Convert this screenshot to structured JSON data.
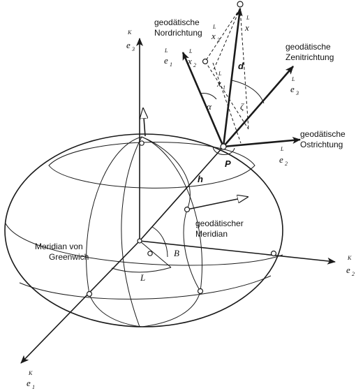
{
  "labels": {
    "nord": [
      "geodätische",
      "Nordrichtung"
    ],
    "zenit": [
      "geodätische",
      "Zenitrichtung"
    ],
    "ost": [
      "geodätische",
      "Ostrichtung"
    ],
    "meridian": [
      "geodätischer",
      "Meridian"
    ],
    "greenwich": [
      "Meridian von",
      "Greenwich"
    ]
  },
  "symbols": {
    "P": "P",
    "h": "h",
    "d": "d",
    "B": "B",
    "L": "L",
    "alpha": "α",
    "zeta": "ζ"
  },
  "vectors": {
    "e3K": {
      "sup": "K",
      "base": "e",
      "sub": "3"
    },
    "e2K": {
      "sup": "K",
      "base": "e",
      "sub": "2"
    },
    "e1K": {
      "sup": "K",
      "base": "e",
      "sub": "1"
    },
    "e1L": {
      "sup": "L",
      "base": "e",
      "sub": "1"
    },
    "e2L": {
      "sup": "L",
      "base": "e",
      "sub": "2"
    },
    "e3L": {
      "sup": "L",
      "base": "e",
      "sub": "3"
    },
    "xL": {
      "sup": "L",
      "base": "x",
      "sub": ""
    },
    "x1L": {
      "sup": "L",
      "base": "x",
      "sub": "1"
    },
    "x2L": {
      "sup": "L",
      "base": "x",
      "sub": "2"
    },
    "x3L": {
      "sup": "L",
      "base": "x",
      "sub": "3"
    }
  }
}
